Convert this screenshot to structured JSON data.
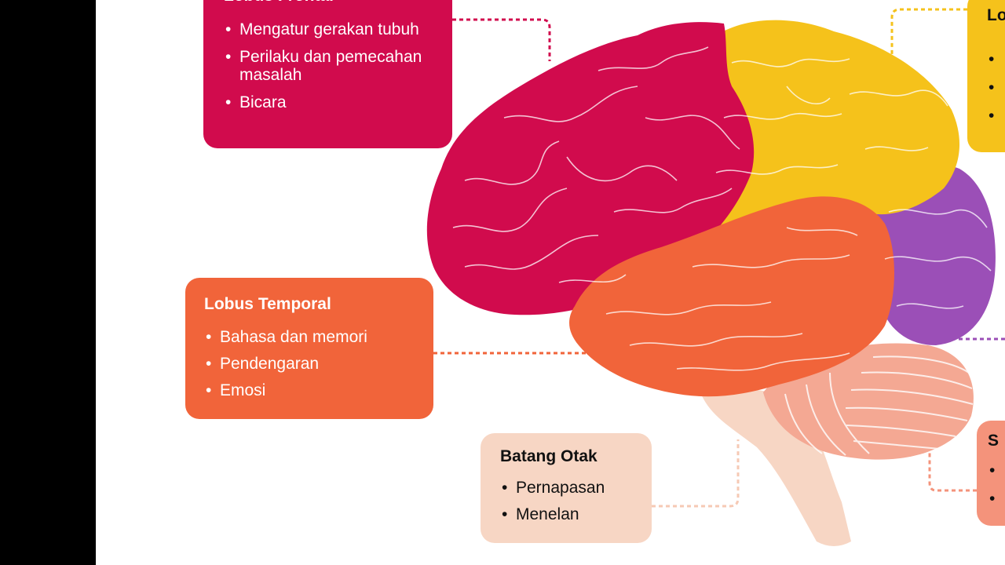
{
  "labels": {
    "frontal": {
      "title": "Lobus Frontal",
      "items": [
        "Mengatur gerakan tubuh",
        "Perilaku dan pemecahan masalah",
        "Bicara"
      ]
    },
    "temporal": {
      "title": "Lobus Temporal",
      "items": [
        "Bahasa dan memori",
        "Pendengaran",
        "Emosi"
      ]
    },
    "brainstem": {
      "title": "Batang Otak",
      "items": [
        "Pernapasan",
        "Menelan"
      ]
    },
    "parietal": {
      "title": "Lo"
    },
    "cerebellum": {
      "title": "S"
    }
  },
  "colors": {
    "frontal": "#d10b4d",
    "parietal": "#f5c21b",
    "temporal": "#f1643a",
    "occipital": "#9b4fb7",
    "cerebellum": "#f4a893",
    "brainstem": "#f7d6c4"
  }
}
